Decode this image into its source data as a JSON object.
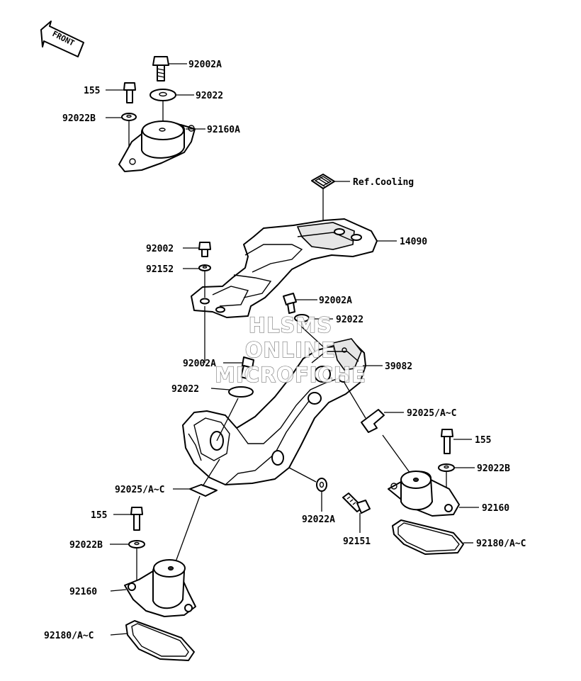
{
  "front_marker": "FRONT",
  "watermark": {
    "line1": "HLSMS",
    "line2": "ONLINE",
    "line3": "MICROFICHE"
  },
  "labels": {
    "l92002A_top": "92002A",
    "l155_top": "155",
    "l92022_top": "92022",
    "l92022B_top": "92022B",
    "l92160A": "92160A",
    "lRefCooling": "Ref.Cooling",
    "l14090": "14090",
    "l92002": "92002",
    "l92152": "92152",
    "l92002A_mid": "92002A",
    "l92022_mid": "92022",
    "l39082": "39082",
    "l92002A_left": "92002A",
    "l92022_left": "92022",
    "l92025_right": "92025/A~C",
    "l155_right": "155",
    "l92022B_right": "92022B",
    "l92160_right": "92160",
    "l92180_right": "92180/A~C",
    "l92025_left": "92025/A~C",
    "l92022A": "92022A",
    "l92151": "92151",
    "l155_left": "155",
    "l92022B_left": "92022B",
    "l92160_left": "92160",
    "l92180_left": "92180/A~C"
  }
}
